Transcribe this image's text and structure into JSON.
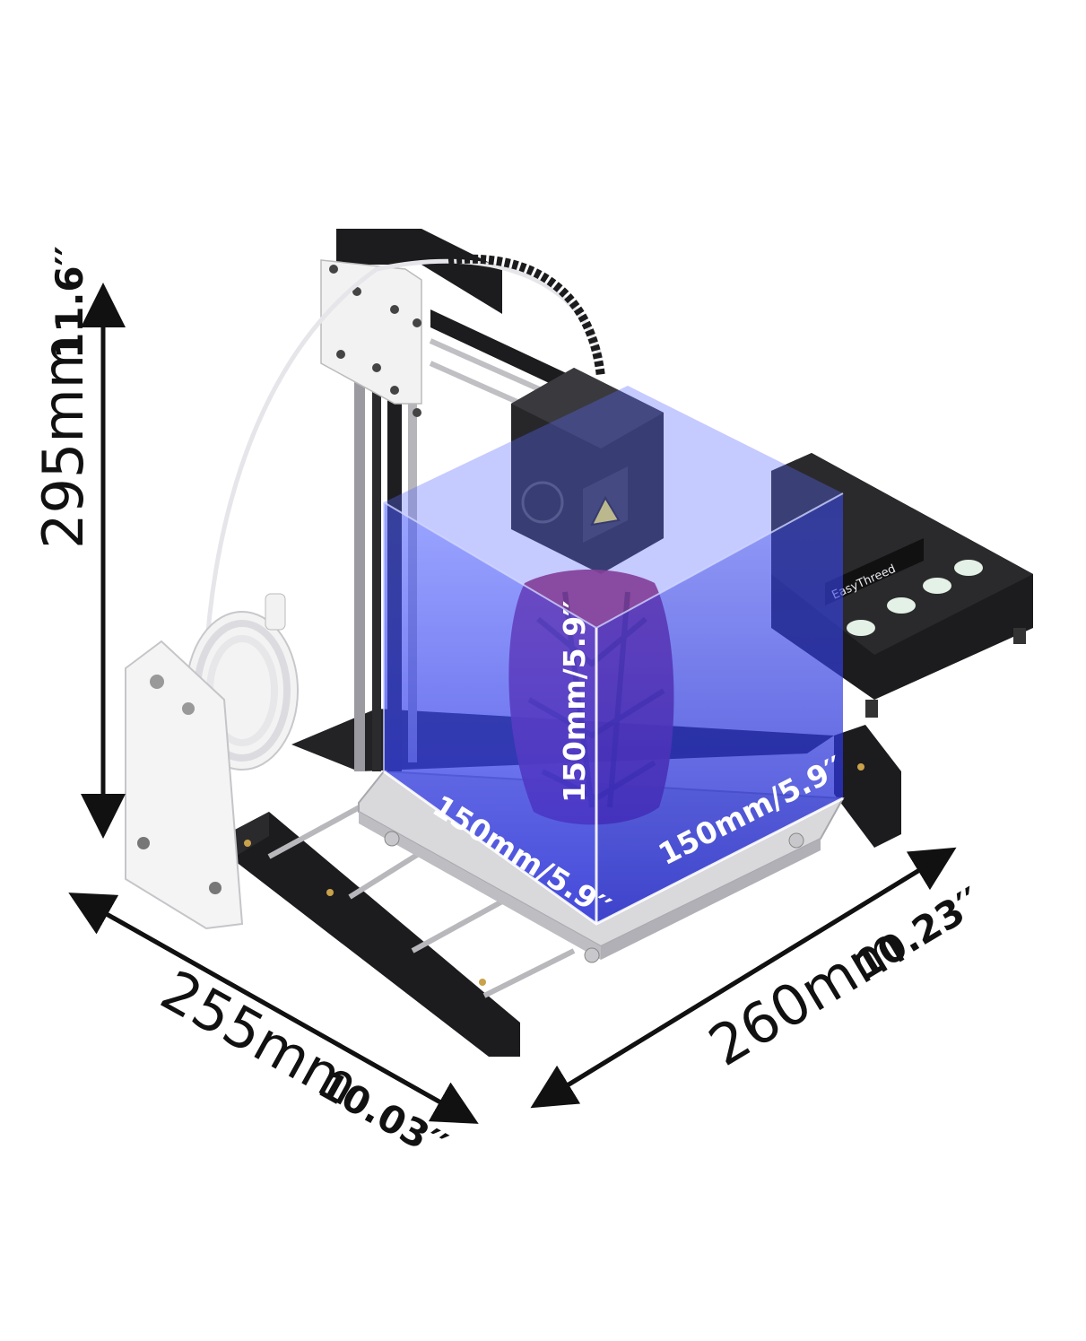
{
  "dimensions": {
    "height_mm": "295mm",
    "height_in": "11.6′′",
    "depth_mm": "255mm",
    "depth_in": "10.03′′",
    "width_mm": "260mm",
    "width_in": "10.23′′"
  },
  "build_volume": {
    "z": "150mm/5.9′′",
    "x": "150mm/5.9′′",
    "y": "150mm/5.9′′"
  },
  "brand": {
    "name": "EasyThreed"
  },
  "colors": {
    "frame": "#1c1c1e",
    "volume_blue": "#2f3df0",
    "bed": "#d9d9dc",
    "vase": "#9c2a64",
    "white_parts": "#f2f2f2"
  }
}
